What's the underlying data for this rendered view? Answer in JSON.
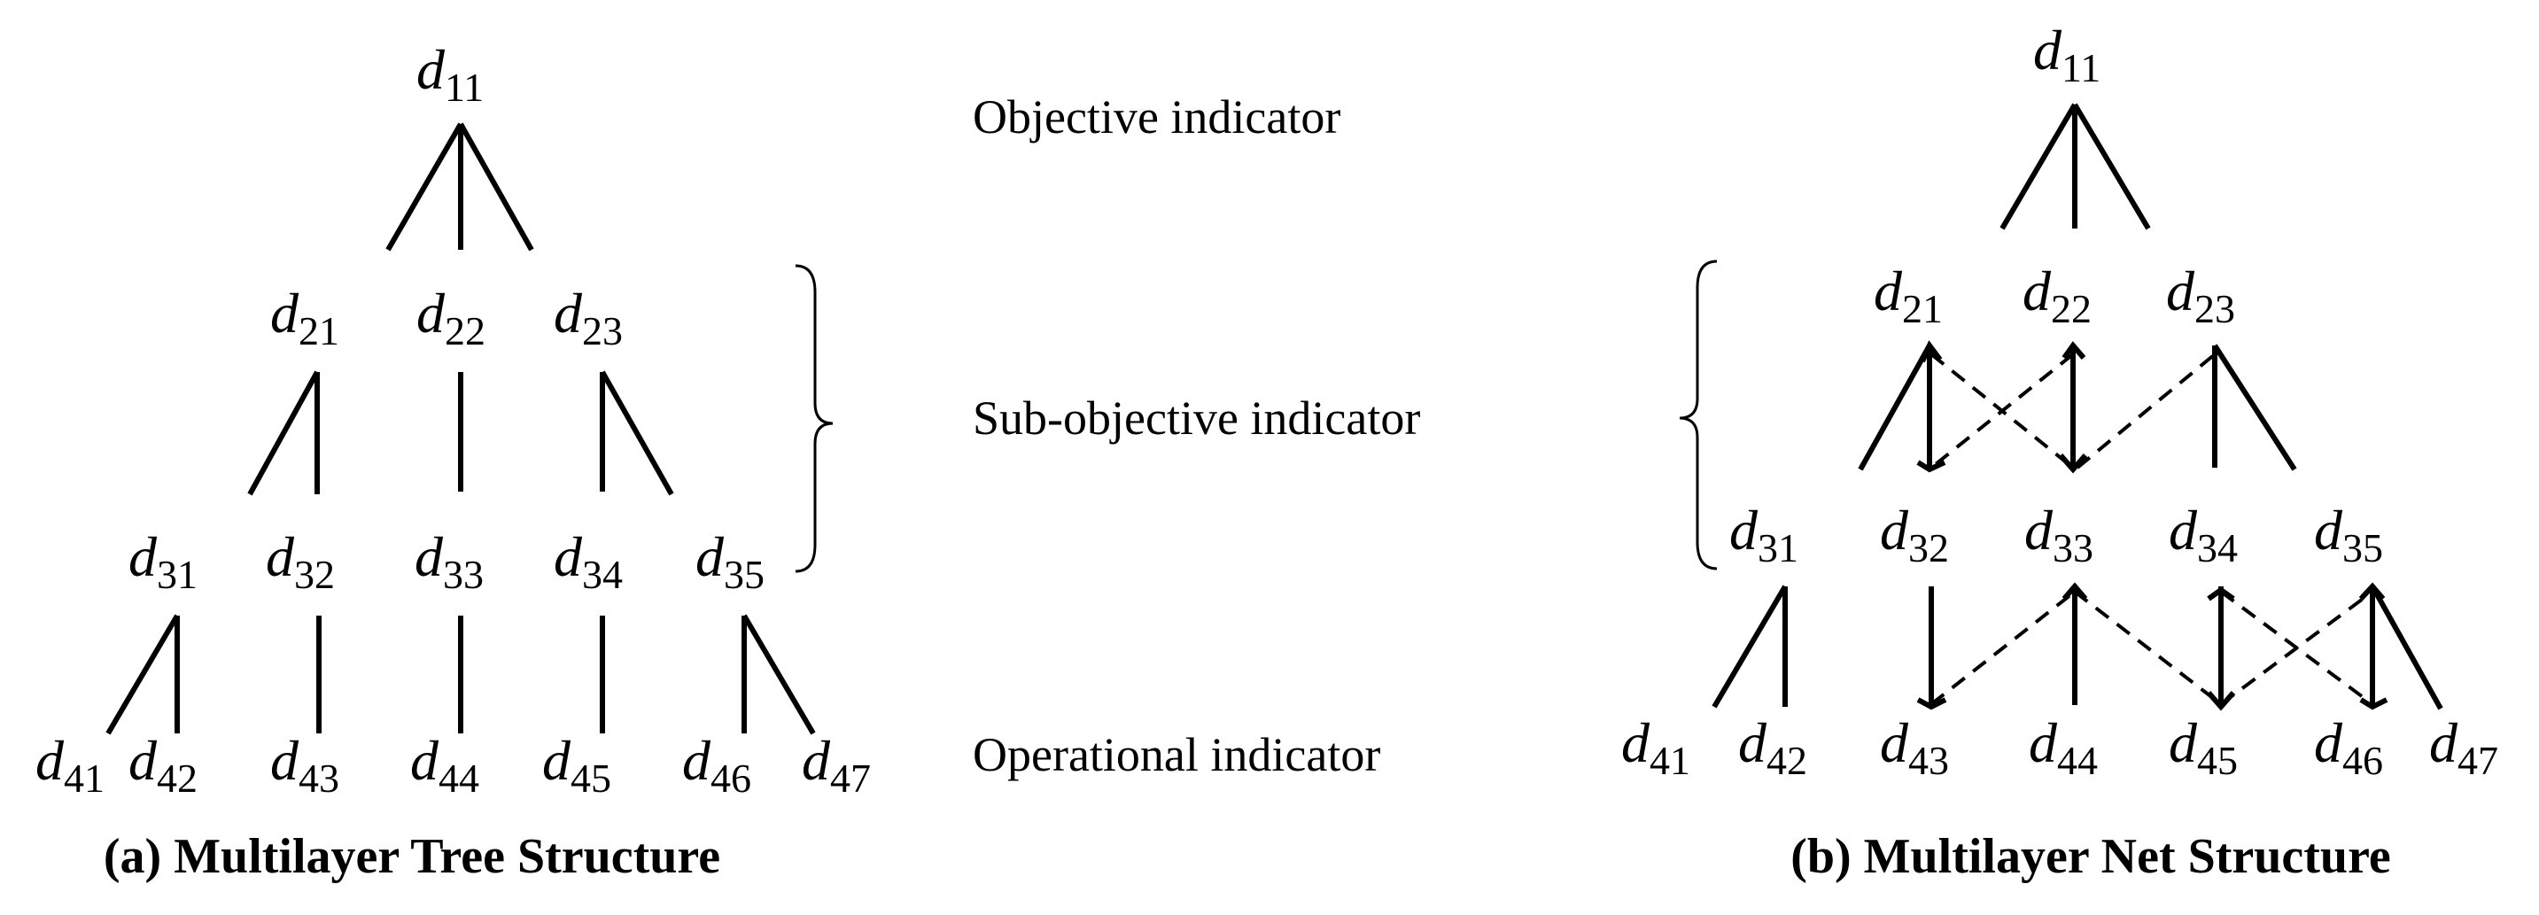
{
  "panels": [
    {
      "id": "tree",
      "caption": "(a) Multilayer Tree Structure",
      "nodes": [
        {
          "id": "d11",
          "base": "d",
          "sub": "11"
        },
        {
          "id": "d21",
          "base": "d",
          "sub": "21"
        },
        {
          "id": "d22",
          "base": "d",
          "sub": "22"
        },
        {
          "id": "d23",
          "base": "d",
          "sub": "23"
        },
        {
          "id": "d31",
          "base": "d",
          "sub": "31"
        },
        {
          "id": "d32",
          "base": "d",
          "sub": "32"
        },
        {
          "id": "d33",
          "base": "d",
          "sub": "33"
        },
        {
          "id": "d34",
          "base": "d",
          "sub": "34"
        },
        {
          "id": "d35",
          "base": "d",
          "sub": "35"
        },
        {
          "id": "d41",
          "base": "d",
          "sub": "41"
        },
        {
          "id": "d42",
          "base": "d",
          "sub": "42"
        },
        {
          "id": "d43",
          "base": "d",
          "sub": "43"
        },
        {
          "id": "d44",
          "base": "d",
          "sub": "44"
        },
        {
          "id": "d45",
          "base": "d",
          "sub": "45"
        },
        {
          "id": "d46",
          "base": "d",
          "sub": "46"
        },
        {
          "id": "d47",
          "base": "d",
          "sub": "47"
        }
      ]
    },
    {
      "id": "net",
      "caption": "(b) Multilayer Net Structure",
      "nodes": [
        {
          "id": "d11",
          "base": "d",
          "sub": "11"
        },
        {
          "id": "d21",
          "base": "d",
          "sub": "21"
        },
        {
          "id": "d22",
          "base": "d",
          "sub": "22"
        },
        {
          "id": "d23",
          "base": "d",
          "sub": "23"
        },
        {
          "id": "d31",
          "base": "d",
          "sub": "31"
        },
        {
          "id": "d32",
          "base": "d",
          "sub": "32"
        },
        {
          "id": "d33",
          "base": "d",
          "sub": "33"
        },
        {
          "id": "d34",
          "base": "d",
          "sub": "34"
        },
        {
          "id": "d35",
          "base": "d",
          "sub": "35"
        },
        {
          "id": "d41",
          "base": "d",
          "sub": "41"
        },
        {
          "id": "d42",
          "base": "d",
          "sub": "42"
        },
        {
          "id": "d43",
          "base": "d",
          "sub": "43"
        },
        {
          "id": "d44",
          "base": "d",
          "sub": "44"
        },
        {
          "id": "d45",
          "base": "d",
          "sub": "45"
        },
        {
          "id": "d46",
          "base": "d",
          "sub": "46"
        },
        {
          "id": "d47",
          "base": "d",
          "sub": "47"
        }
      ]
    }
  ],
  "levels": {
    "objective": "Objective indicator",
    "sub_objective": "Sub-objective indicator",
    "operational": "Operational indicator"
  }
}
